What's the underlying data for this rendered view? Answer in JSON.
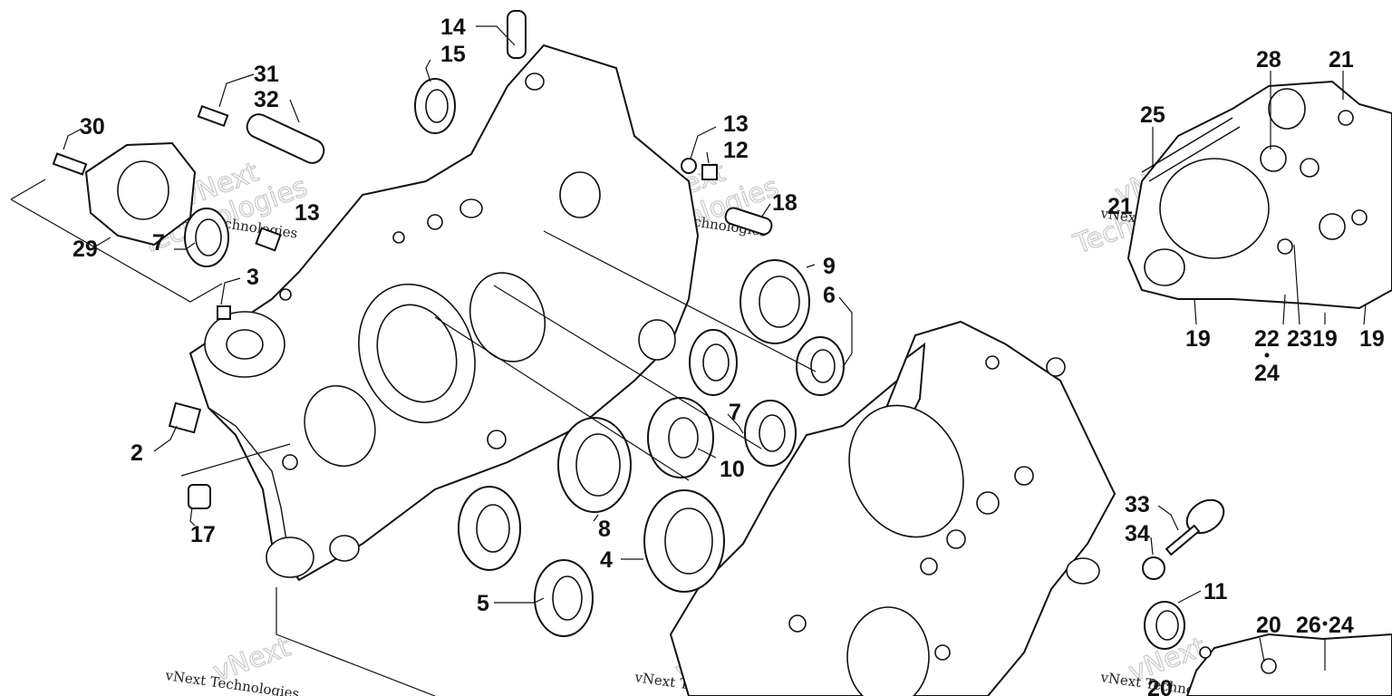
{
  "diagram": {
    "callouts": [
      {
        "id": "c14",
        "text": "14"
      },
      {
        "id": "c15",
        "text": "15"
      },
      {
        "id": "c31",
        "text": "31"
      },
      {
        "id": "c32",
        "text": "32"
      },
      {
        "id": "c30",
        "text": "30"
      },
      {
        "id": "c13a",
        "text": "13"
      },
      {
        "id": "c12",
        "text": "12"
      },
      {
        "id": "c18",
        "text": "18"
      },
      {
        "id": "c13b",
        "text": "13"
      },
      {
        "id": "c7a",
        "text": "7"
      },
      {
        "id": "c29",
        "text": "29"
      },
      {
        "id": "c3",
        "text": "3"
      },
      {
        "id": "c9",
        "text": "9"
      },
      {
        "id": "c6",
        "text": "6"
      },
      {
        "id": "c7b",
        "text": "7"
      },
      {
        "id": "c10",
        "text": "10"
      },
      {
        "id": "c2",
        "text": "2"
      },
      {
        "id": "c8",
        "text": "8"
      },
      {
        "id": "c17",
        "text": "17"
      },
      {
        "id": "c4",
        "text": "4"
      },
      {
        "id": "c5",
        "text": "5"
      },
      {
        "id": "c33",
        "text": "33"
      },
      {
        "id": "c34",
        "text": "34"
      },
      {
        "id": "c11",
        "text": "11"
      },
      {
        "id": "c28",
        "text": "28"
      },
      {
        "id": "c21a",
        "text": "21"
      },
      {
        "id": "c25",
        "text": "25"
      },
      {
        "id": "c21b",
        "text": "21"
      },
      {
        "id": "c19a",
        "text": "19"
      },
      {
        "id": "c22",
        "text": "22"
      },
      {
        "id": "c23",
        "text": "23"
      },
      {
        "id": "c19b",
        "text": "19"
      },
      {
        "id": "c19c",
        "text": "19"
      },
      {
        "id": "c24a",
        "text": "24"
      },
      {
        "id": "c20a",
        "text": "20"
      },
      {
        "id": "c26",
        "text": "26"
      },
      {
        "id": "c24b",
        "text": "24"
      },
      {
        "id": "c20b",
        "text": "20"
      }
    ],
    "watermark": {
      "brand": "vNext",
      "small_text": "vNext Technologies",
      "large_text": "Technologies"
    }
  }
}
